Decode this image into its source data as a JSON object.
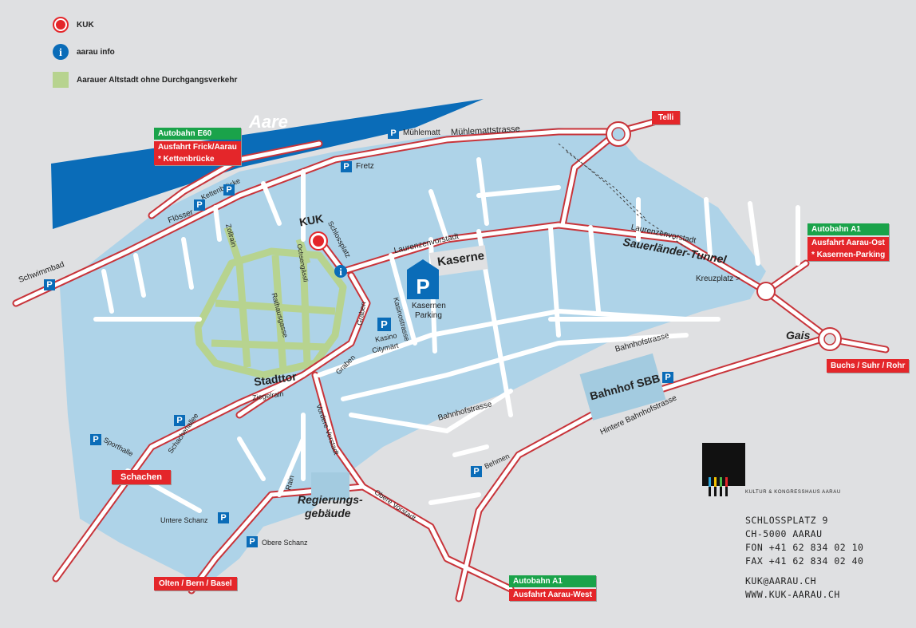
{
  "legend": {
    "kuk": "KUK",
    "info": "aarau info",
    "altstadt": "Aarauer Altstadt ohne Durchgangsverkehr"
  },
  "river": "Aare",
  "signs": {
    "e60_title": "Autobahn E60",
    "e60_exit1": "Ausfahrt Frick/Aarau",
    "e60_exit2": "* Kettenbrücke",
    "telli": "Telli",
    "a1_ost_title": "Autobahn A1",
    "a1_ost_exit1": "Ausfahrt Aarau-Ost",
    "a1_ost_exit2": "* Kasernen-Parking",
    "buchs": "Buchs / Suhr / Rohr",
    "schachen": "Schachen",
    "olten": "Olten / Bern / Basel",
    "a1_west_title": "Autobahn A1",
    "a1_west_exit": "Ausfahrt Aarau-West"
  },
  "streets": {
    "muehlemattstrasse": "Mühlemattstrasse",
    "laurenzenvorstadt1": "Laurenzenvorstadt",
    "laurenzenvorstadt2": "Laurenzenvorstadt",
    "schlossplatz": "Schlossplatz",
    "kettenbruecke": "Kettenbrücke",
    "zollrain": "Zollrain",
    "ochsengaessli": "Ochsengässli",
    "rathausgasse": "Rathausgasse",
    "graben1": "Graben",
    "graben2": "Graben",
    "kasinostrasse": "Kasinostrasse",
    "bahnhofstrasse1": "Bahnhofstrasse",
    "bahnhofstrasse2": "Bahnhofstrasse",
    "hintere": "Hintere Bahnhofstrasse",
    "ziegelrain": "Ziegelrain",
    "vordere": "Vordere Vorstadt",
    "obere": "Obere Vorstadt",
    "schachenallee": "Schachenallee",
    "rain": "Rain"
  },
  "places": {
    "kuk": "KUK",
    "kaserne": "Kaserne",
    "tunnel": "Sauerländer-Tunnel",
    "kreuzplatz": "Kreuzplatz >",
    "gais": "Gais",
    "bahnhof": "Bahnhof SBB",
    "stadttor": "Stadttor",
    "regierung1": "Regierungs-",
    "regierung2": "gebäude"
  },
  "parking": {
    "letter": "P",
    "muehlematt": "Mühlematt",
    "fretz": "Fretz",
    "floesser": "Flösser",
    "schwimmbad": "Schwimmbad",
    "kasernen1": "Kasernen",
    "kasernen2": "Parking",
    "kasino1": "Kasino",
    "kasino2": "Citymärt",
    "sporthalle": "Sporthalle",
    "behmen": "Behmen",
    "untere": "Untere Schanz",
    "obere": "Obere Schanz"
  },
  "logo": {
    "caption": "KULTUR & KONGRESSHAUS AARAU",
    "colors": [
      "#2aa8e0",
      "#f2c200",
      "#4db848",
      "#e4262a"
    ]
  },
  "contact": {
    "line1": "SCHLOSSPLATZ 9",
    "line2": "CH-5000 AARAU",
    "line3": "FON +41 62 834 02 10",
    "line4": "FAX  +41 62 834 02 40",
    "line5": "KUK@AARAU.CH",
    "line6": "WWW.KUK-AARAU.CH"
  },
  "colors": {
    "background": "#dfe0e2",
    "city": "#aed3e8",
    "river": "#0a6cb8",
    "altstadt": "#b7d38f",
    "road_outline": "#c8343a",
    "sign_green": "#1aa34a",
    "sign_red": "#e4262a"
  }
}
